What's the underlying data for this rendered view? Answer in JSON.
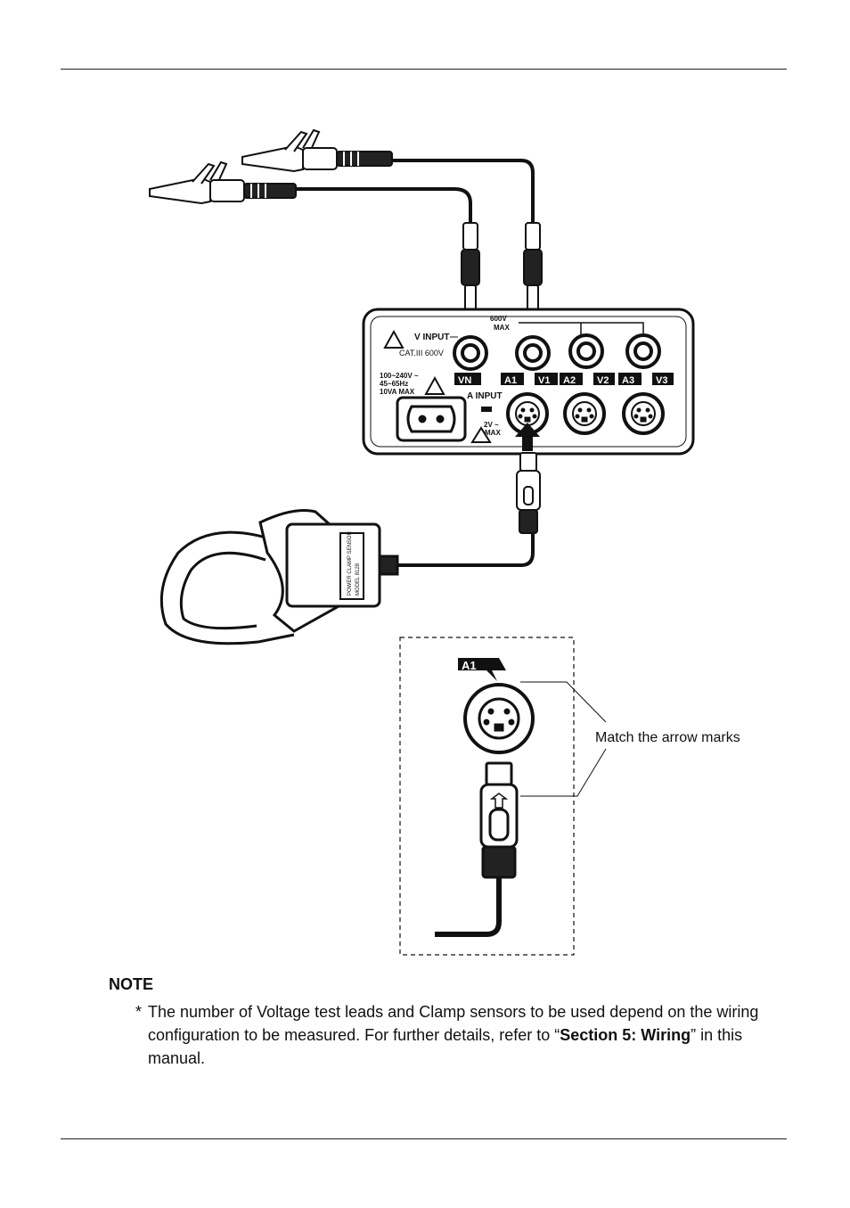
{
  "panel": {
    "v_input": "V INPUT",
    "v_rating": "600V",
    "v_rating_max": "MAX",
    "cat_rating": "CAT.III 600V",
    "power_spec": [
      "100~240V ~",
      "45~65Hz",
      "10VA MAX"
    ],
    "a_input": "A INPUT",
    "a_rating": "2V ~",
    "a_rating_max": "MAX",
    "terminals_top": [
      "VN",
      "V1",
      "V2",
      "V3"
    ],
    "terminals_bottom": [
      "A1",
      "A2",
      "A3"
    ]
  },
  "clamp_sensor": {
    "label_lines": [
      "POWER CLAMP SENSOR",
      "MODEL 8128"
    ]
  },
  "detail": {
    "socket_label": "A1",
    "callout": "Match the arrow marks"
  },
  "note": {
    "title": "NOTE",
    "bullet": "*",
    "text_before": "The number of Voltage test leads and Clamp sensors to be used depend on the wiring configuration to be measured. For further details, refer to “",
    "link_text": "Section   5: Wiring",
    "text_after": "” in this manual."
  }
}
